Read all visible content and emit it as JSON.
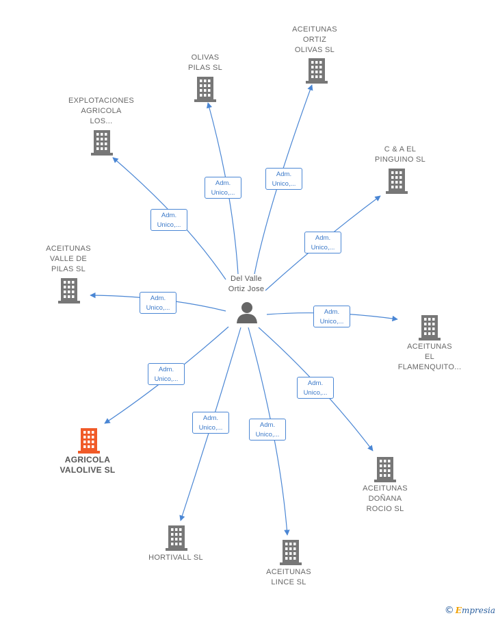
{
  "center": {
    "label": "Del Valle\nOrtiz Jose",
    "icon": "person-icon"
  },
  "role_label": "Adm.\nUnico,...",
  "colors": {
    "edge": "#4a86d4",
    "building": "#777777",
    "highlight": "#f05a28"
  },
  "nodes": [
    {
      "id": "aceitunas-ortiz-olivas",
      "label": "ACEITUNAS\nORTIZ\nOLIVAS  SL",
      "icon": "building-icon",
      "highlight": false
    },
    {
      "id": "olivas-pilas",
      "label": "OLIVAS\nPILAS  SL",
      "icon": "building-icon",
      "highlight": false
    },
    {
      "id": "explotaciones-agricola",
      "label": "EXPLOTACIONES\nAGRICOLA\nLOS...",
      "icon": "building-icon",
      "highlight": false
    },
    {
      "id": "c-a-el-pinguino",
      "label": "C & A EL\nPINGUINO  SL",
      "icon": "building-icon",
      "highlight": false
    },
    {
      "id": "aceitunas-valle-de-pilas",
      "label": "ACEITUNAS\nVALLE DE\nPILAS  SL",
      "icon": "building-icon",
      "highlight": false
    },
    {
      "id": "aceitunas-el-flamenquito",
      "label": "ACEITUNAS\nEL\nFLAMENQUITO...",
      "icon": "building-icon",
      "highlight": false
    },
    {
      "id": "agricola-valolive",
      "label": "AGRICOLA\nVALOLIVE  SL",
      "icon": "building-icon",
      "highlight": true
    },
    {
      "id": "aceitunas-donana-rocio",
      "label": "ACEITUNAS\nDOÑANA\nROCIO  SL",
      "icon": "building-icon",
      "highlight": false
    },
    {
      "id": "hortivall",
      "label": "HORTIVALL  SL",
      "icon": "building-icon",
      "highlight": false
    },
    {
      "id": "aceitunas-lince",
      "label": "ACEITUNAS\nLINCE  SL",
      "icon": "building-icon",
      "highlight": false
    }
  ],
  "brand": {
    "copyright": "©",
    "first_letter": "E",
    "rest": "mpresia"
  }
}
